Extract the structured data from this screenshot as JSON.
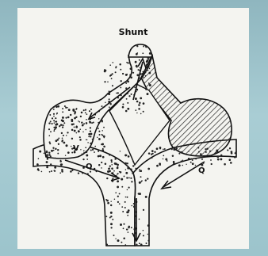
{
  "figure": {
    "title": "Shunt",
    "labels": {
      "vessel": "V",
      "flow_left": "Q",
      "flow_right": "Q"
    }
  }
}
